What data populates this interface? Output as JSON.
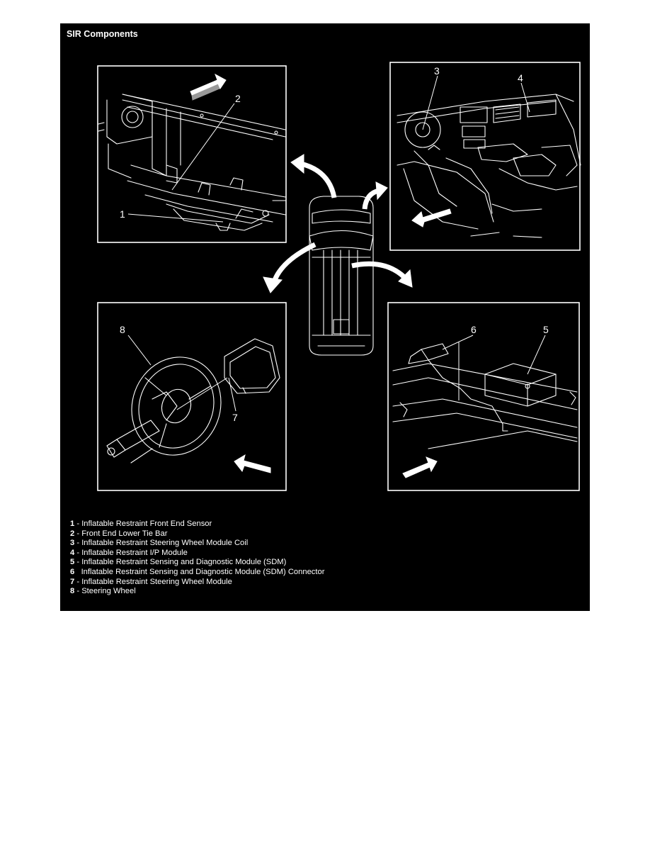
{
  "title": "SIR Components",
  "callouts": {
    "c1": "1",
    "c2": "2",
    "c3": "3",
    "c4": "4",
    "c5": "5",
    "c6": "6",
    "c7": "7",
    "c8": "8"
  },
  "legend": [
    {
      "num": "1",
      "sep": " - ",
      "text": "Inflatable Restraint Front End Sensor"
    },
    {
      "num": "2",
      "sep": " - ",
      "text": "Front End Lower Tie Bar"
    },
    {
      "num": "3",
      "sep": " - ",
      "text": "Inflatable Restraint Steering Wheel Module Coil"
    },
    {
      "num": "4",
      "sep": " - ",
      "text": "Inflatable Restraint I/P Module"
    },
    {
      "num": "5",
      "sep": " - ",
      "text": "Inflatable Restraint Sensing and Diagnostic Module (SDM)"
    },
    {
      "num": "6",
      "sep": "   ",
      "text": "Inflatable Restraint Sensing and Diagnostic Module (SDM) Connector"
    },
    {
      "num": "7",
      "sep": " - ",
      "text": "Inflatable Restraint Steering Wheel Module"
    },
    {
      "num": "8",
      "sep": " - ",
      "text": "Steering Wheel"
    }
  ],
  "colors": {
    "background": "#000000",
    "ink": "#ffffff",
    "page": "#ffffff"
  }
}
